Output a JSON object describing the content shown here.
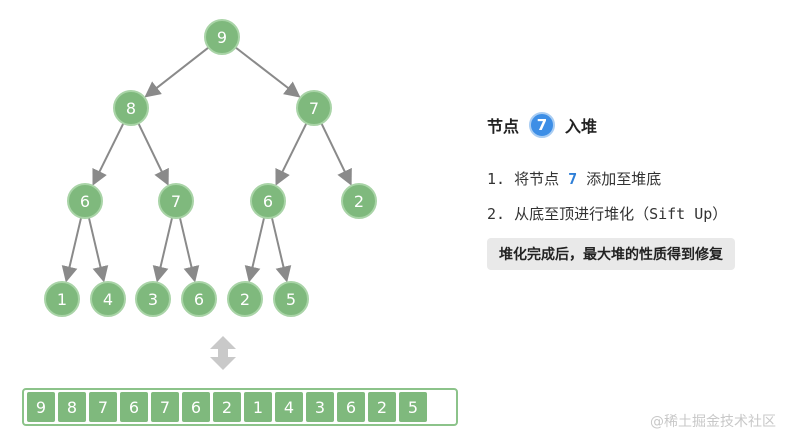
{
  "tree": {
    "nodes": [
      "9",
      "8",
      "7",
      "6",
      "7",
      "6",
      "2",
      "1",
      "4",
      "3",
      "6",
      "2",
      "5"
    ],
    "node_color": "#7fb97d",
    "node_border": "#a9d4a7",
    "edge_color": "#8a8a8a"
  },
  "array": [
    "9",
    "8",
    "7",
    "6",
    "7",
    "6",
    "2",
    "1",
    "4",
    "3",
    "6",
    "2",
    "5"
  ],
  "panel": {
    "title_prefix": "节点",
    "badge": "7",
    "title_suffix": "入堆",
    "step1_prefix": "1. 将节点",
    "step1_value": "7",
    "step1_suffix": "添加至堆底",
    "step2": "2. 从底至顶进行堆化（Sift Up）",
    "note": "堆化完成后，最大堆的性质得到修复"
  },
  "icons": {
    "sync": "up-down-arrow-icon"
  },
  "watermark": "@稀土掘金技术社区",
  "colors": {
    "accent": "#3d8ee6",
    "node": "#7fb97d",
    "panel_note_bg": "#e9e9e9"
  }
}
